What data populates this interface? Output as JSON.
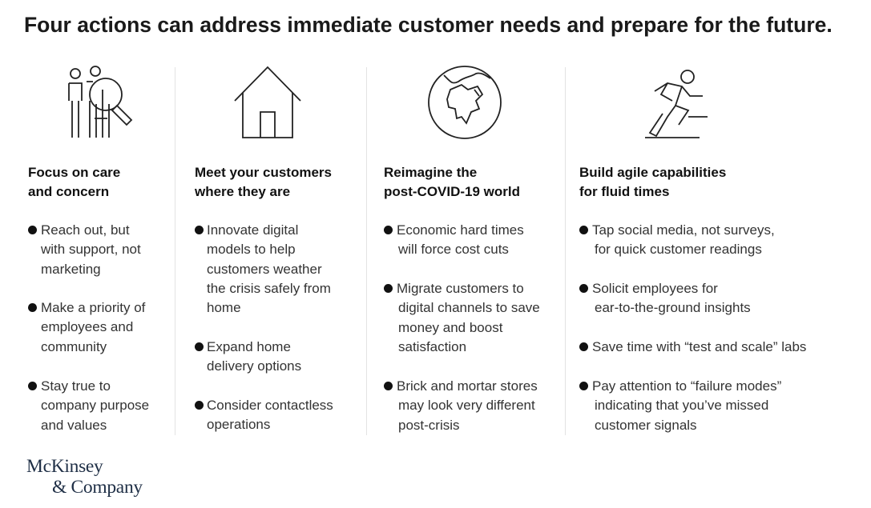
{
  "title": "Four actions can address immediate customer needs and prepare for the future.",
  "logo": {
    "line1": "McKinsey",
    "line2": "& Company"
  },
  "columns": [
    {
      "icon": "people-search-icon",
      "heading": [
        "Focus on care",
        "and concern"
      ],
      "bullets": [
        [
          "Reach out, but",
          "with support, not",
          "marketing"
        ],
        [
          "Make a priority of",
          "employees and",
          "community"
        ],
        [
          "Stay true to",
          "company purpose",
          "and values"
        ]
      ]
    },
    {
      "icon": "house-icon",
      "heading": [
        "Meet your customers",
        "where they are"
      ],
      "bullets": [
        [
          "Innovate digital",
          "models to help",
          "customers weather",
          "the crisis safely from",
          "home"
        ],
        [
          "Expand home",
          "delivery options"
        ],
        [
          "Consider contactless",
          "operations"
        ]
      ]
    },
    {
      "icon": "globe-icon",
      "heading": [
        "Reimagine the",
        "post-COVID-19 world"
      ],
      "bullets": [
        [
          "Economic hard times",
          "will force cost cuts"
        ],
        [
          "Migrate customers to",
          "digital channels to save",
          "money and boost",
          "satisfaction"
        ],
        [
          "Brick and mortar stores",
          "may look very different",
          "post-crisis"
        ]
      ]
    },
    {
      "icon": "runner-icon",
      "heading": [
        "Build agile capabilities",
        "for fluid times"
      ],
      "bullets": [
        [
          "Tap social media, not surveys,",
          "for quick customer readings"
        ],
        [
          "Solicit employees for",
          "ear-to-the-ground insights"
        ],
        [
          "Save time with “test and scale” labs"
        ],
        [
          "Pay attention to “failure modes”",
          "indicating that you’ve missed",
          "customer signals"
        ]
      ]
    }
  ]
}
